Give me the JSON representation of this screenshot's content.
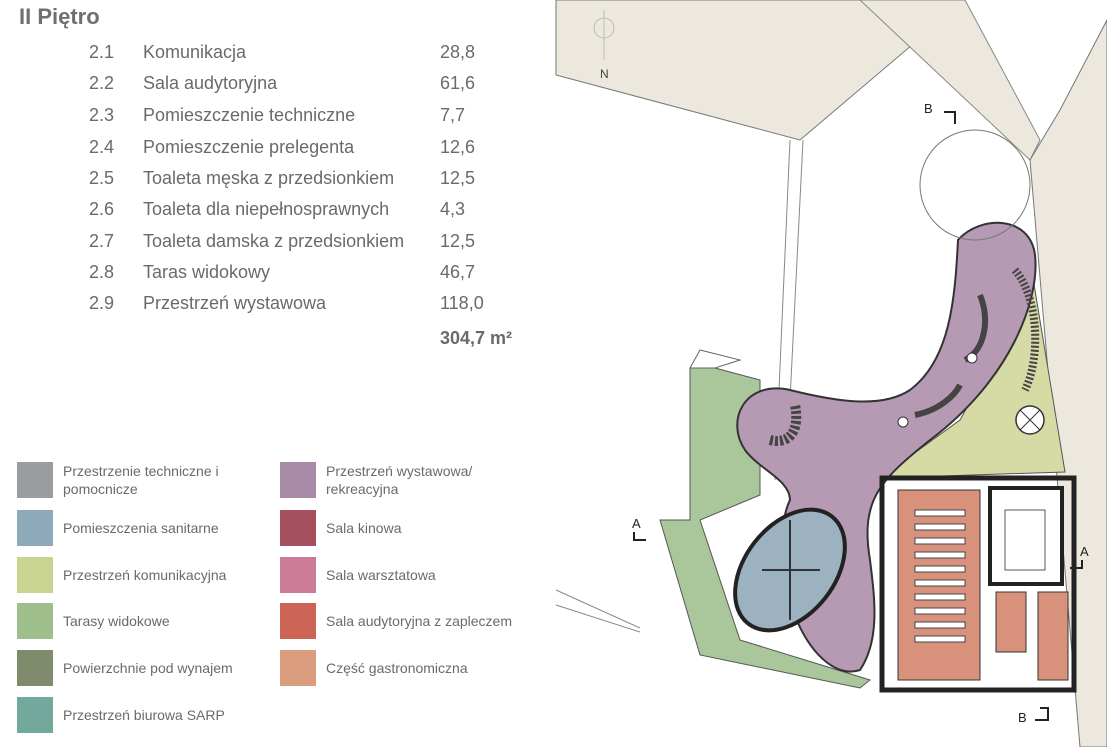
{
  "floor_title": "II Piętro",
  "rooms": [
    {
      "no": "2.1",
      "name": "Komunikacja",
      "area": "28,8"
    },
    {
      "no": "2.2",
      "name": "Sala audytoryjna",
      "area": "61,6"
    },
    {
      "no": "2.3",
      "name": "Pomieszczenie techniczne",
      "area": "7,7"
    },
    {
      "no": "2.4",
      "name": "Pomieszczenie prelegenta",
      "area": "12,6"
    },
    {
      "no": "2.5",
      "name": "Toaleta męska z przedsionkiem",
      "area": "12,5"
    },
    {
      "no": "2.6",
      "name": "Toaleta dla niepełnosprawnych",
      "area": "4,3"
    },
    {
      "no": "2.7",
      "name": "Toaleta damska z przedsionkiem",
      "area": "12,5"
    },
    {
      "no": "2.8",
      "name": "Taras widokowy",
      "area": "46,7"
    },
    {
      "no": "2.9",
      "name": "Przestrzeń wystawowa",
      "area": "118,0"
    }
  ],
  "total_area": "304,7 m²",
  "legend": [
    {
      "label": "Przestrzenie techniczne i pomocnicze",
      "color": "#9a9c9f"
    },
    {
      "label": "Pomieszczenia sanitarne",
      "color": "#8ea9ba"
    },
    {
      "label": "Przestrzeń komunikacyjna",
      "color": "#cad491"
    },
    {
      "label": "Tarasy widokowe",
      "color": "#9ebf8b"
    },
    {
      "label": "Powierzchnie pod wynajem",
      "color": "#808a6d"
    },
    {
      "label": "Przestrzeń biurowa SARP",
      "color": "#72a99c"
    },
    {
      "label": "Przestrzeń wystawowa/ rekreacyjna",
      "color": "#a98aa6"
    },
    {
      "label": "Sala kinowa",
      "color": "#a6505f"
    },
    {
      "label": "Sala warsztatowa",
      "color": "#cc7b96"
    },
    {
      "label": "Sala audytoryjna z zapleczem",
      "color": "#cc6456"
    },
    {
      "label": "Część gastronomiczna",
      "color": "#d99c7c"
    }
  ],
  "plan": {
    "north_label": "N",
    "section_a_left": "A",
    "section_a_right": "A",
    "section_b_top": "B",
    "section_b_bottom": "B",
    "colors": {
      "exhibition": "#b69ab4",
      "terrace": "#a9c79a",
      "communication": "#d6dba6",
      "sanitary": "#9db2c1",
      "auditorium": "#d8927c",
      "neighbor": "#ede8de",
      "wall": "#222222"
    }
  }
}
